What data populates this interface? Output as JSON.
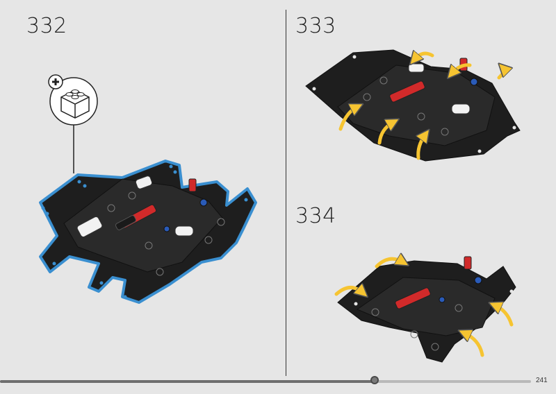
{
  "steps": {
    "left": "332",
    "top_right": "333",
    "bottom_right": "334"
  },
  "callout_icon": "add-part-brick-icon",
  "page": {
    "number": "241",
    "progress_fraction": 0.705
  },
  "colors": {
    "background": "#e6e6e6",
    "highlight": "#3a8fd0",
    "arrow": "#f6c431",
    "accent_red": "#d12a2a",
    "accent_blue": "#2a5bb8"
  }
}
